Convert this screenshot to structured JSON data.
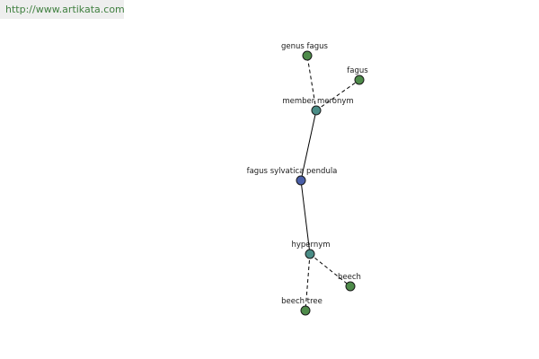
{
  "source": {
    "url_text": "http://www.artikata.com"
  },
  "colors": {
    "root_node": "#4a5fa8",
    "relation_node": "#4a8c86",
    "term_node": "#4e8b4a",
    "link_text": "#3f7f3f"
  },
  "graph": {
    "root": {
      "label": "fagus sylvatica pendula"
    },
    "relations": [
      {
        "label": "member meronym",
        "terms": [
          "genus fagus",
          "fagus"
        ]
      },
      {
        "label": "hypernym",
        "terms": [
          "beech",
          "beech tree"
        ]
      }
    ]
  }
}
